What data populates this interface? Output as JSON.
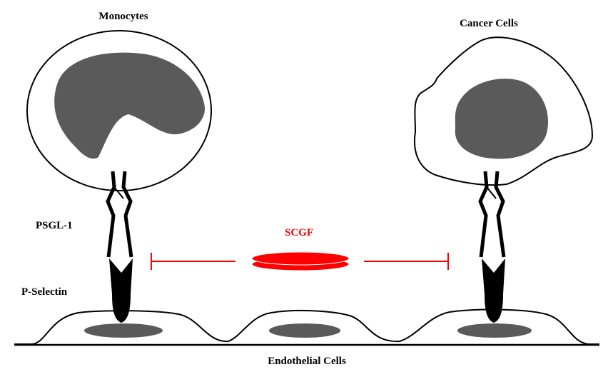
{
  "labels": {
    "monocytes": "Monocytes",
    "cancer_cells": "Cancer Cells",
    "psgl1": "PSGL-1",
    "p_selectin": "P-Selectin",
    "scgf": "SCGF",
    "endothelial": "Endothelial Cells"
  },
  "colors": {
    "outline": "#000000",
    "nucleus": "#5a5a5a",
    "inhibitor": "#ff0000",
    "background": "#ffffff"
  }
}
